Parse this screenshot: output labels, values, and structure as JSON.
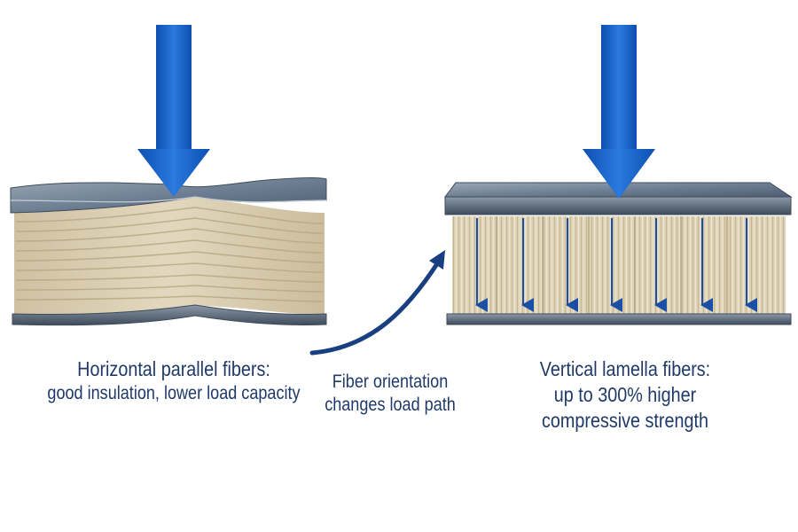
{
  "captions": {
    "left_title": "Horizontal parallel fibers:",
    "left_body": "good insulation, lower load capacity",
    "middle_line1": "Fiber orientation",
    "middle_line2": "changes load path",
    "right_title": "Vertical lamella fibers:",
    "right_line1": "up to 300% higher",
    "right_line2": "compressive strength"
  },
  "colors": {
    "load_arrow": "#1462c9",
    "inner_arrow": "#1b4fa3",
    "text": "#1f3a68",
    "plate": "#6e7f93",
    "fiber": "#d9ccae"
  },
  "icons": {
    "load": "arrow-down-icon",
    "transition": "curved-arrow-icon"
  }
}
